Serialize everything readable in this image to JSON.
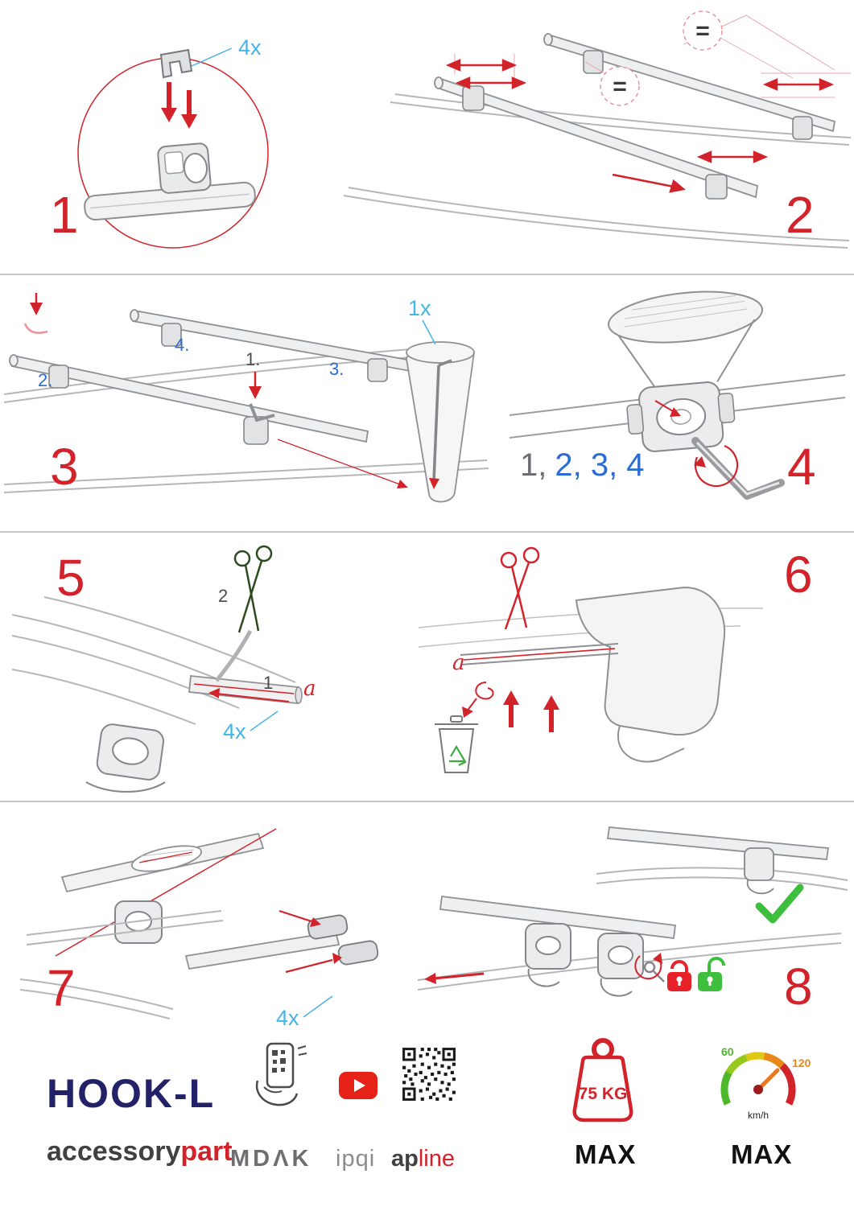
{
  "steps": {
    "s1": {
      "number": "1",
      "qty": "4x"
    },
    "s2": {
      "number": "2",
      "equal_top": "=",
      "equal_mid": "="
    },
    "s3": {
      "number": "3",
      "qty": "1x",
      "sub1": "1.",
      "sub2": "2.",
      "sub3": "3.",
      "sub4": "4."
    },
    "s4": {
      "number": "4",
      "seq_first": "1,",
      "seq_rest": "2, 3, 4"
    },
    "s5": {
      "number": "5",
      "cut_order_top": "2",
      "cut_order_bottom": "1",
      "marker_a": "a",
      "qty": "4x"
    },
    "s6": {
      "number": "6",
      "marker_a": "a"
    },
    "s7": {
      "number": "7",
      "qty": "4x"
    },
    "s8": {
      "number": "8"
    }
  },
  "footer": {
    "product_name": "HOOK-L",
    "brand_accessory": "accessory",
    "brand_part": "part",
    "logo_mdak": "MDΛK",
    "logo_ipqi": "ipqi",
    "logo_ap": "ap",
    "logo_line": "line",
    "weight_value": "75 KG",
    "weight_max_label": "MAX",
    "speed_min_label": "60",
    "speed_max_value": "120",
    "speed_unit": "km/h",
    "speed_max_label": "MAX"
  },
  "colors": {
    "accent_red": "#d2232a",
    "label_blue": "#45b5e8",
    "sequence_blue": "#2b6bd4",
    "brand_navy": "#232268",
    "text_gray": "#6d6e71",
    "success_green": "#3dbf3d",
    "youtube_red": "#e62117"
  }
}
